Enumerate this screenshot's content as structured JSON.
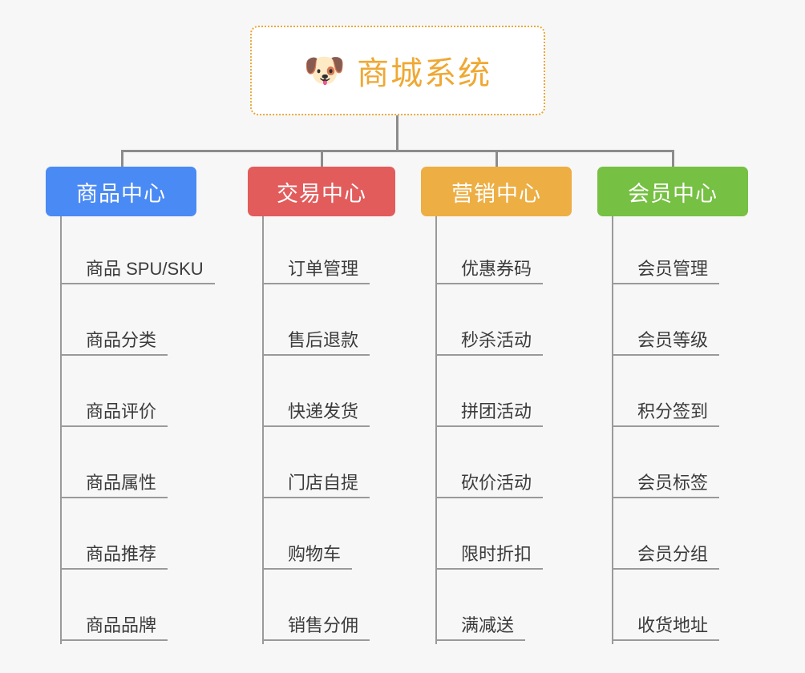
{
  "page": {
    "background": "#f7f7f7",
    "line_color": "#9a9a9a"
  },
  "root": {
    "title": "商城系统",
    "icon": "shiba-dog-icon",
    "icon_glyph": "🐶",
    "border_color": "#e8a93a",
    "text_color": "#efa833"
  },
  "columns": [
    {
      "name": "product-center",
      "label": "商品中心",
      "color": "#4a8af4",
      "items": [
        "商品 SPU/SKU",
        "商品分类",
        "商品评价",
        "商品属性",
        "商品推荐",
        "商品品牌"
      ]
    },
    {
      "name": "trade-center",
      "label": "交易中心",
      "color": "#e25c5c",
      "items": [
        "订单管理",
        "售后退款",
        "快递发货",
        "门店自提",
        "购物车",
        "销售分佣"
      ]
    },
    {
      "name": "marketing-center",
      "label": "营销中心",
      "color": "#edae43",
      "items": [
        "优惠券码",
        "秒杀活动",
        "拼团活动",
        "砍价活动",
        "限时折扣",
        "满减送"
      ]
    },
    {
      "name": "member-center",
      "label": "会员中心",
      "color": "#76c043",
      "items": [
        "会员管理",
        "会员等级",
        "积分签到",
        "会员标签",
        "会员分组",
        "收货地址"
      ]
    }
  ]
}
